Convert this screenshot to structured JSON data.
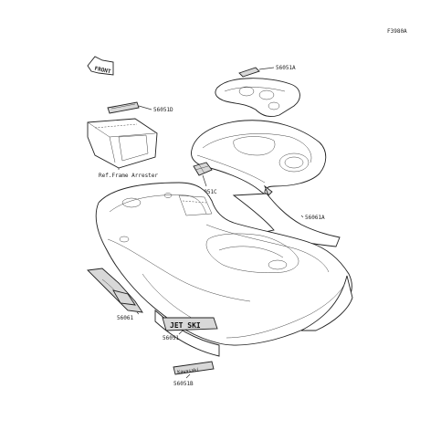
{
  "diagram_code": "F3980A",
  "front_label": "FRONT",
  "ref_label": "Ref.Frame Arrester",
  "parts": {
    "p56051a": "56051A",
    "p56051d": "56051D",
    "p56051c": "56051C",
    "p56061a": "56061A",
    "p56061": "56061",
    "p56051": "56051",
    "p56051b": "56051B"
  },
  "decal_text": {
    "jetski": "JET SKI",
    "kawasaki": "Kawasaki"
  }
}
